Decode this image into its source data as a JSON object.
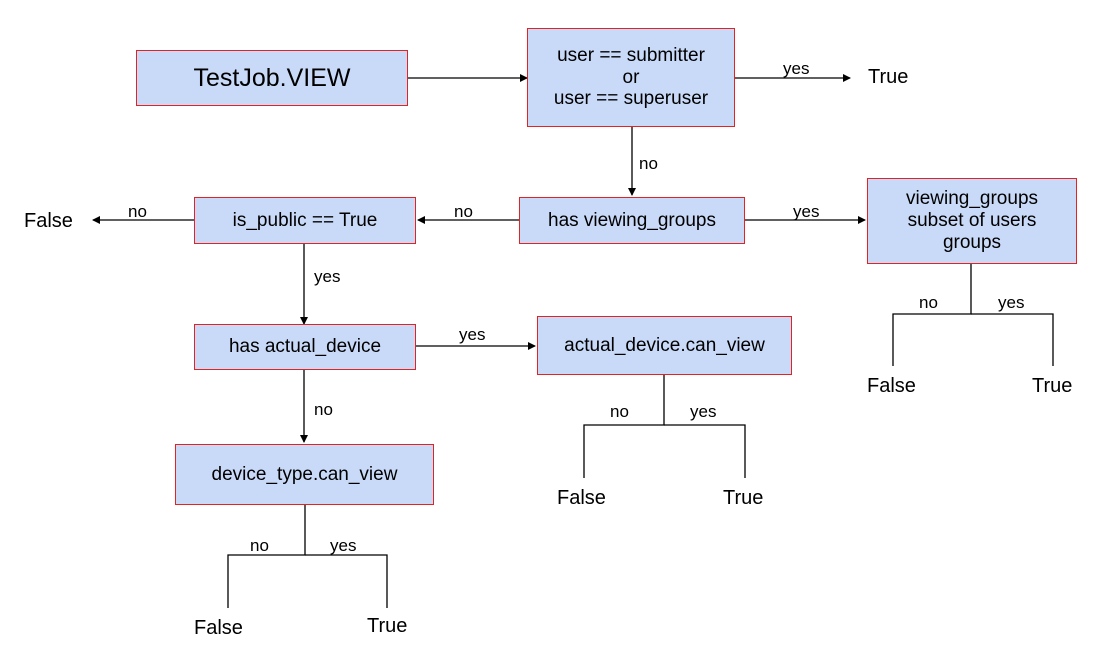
{
  "nodes": {
    "start": "TestJob.VIEW",
    "check_user_line1": "user == submitter",
    "check_user_line2": "or",
    "check_user_line3": "user == superuser",
    "has_viewing_groups": "has viewing_groups",
    "subset_line1": "viewing_groups",
    "subset_line2": "subset of users",
    "subset_line3": "groups",
    "is_public": "is_public == True",
    "has_actual_device": "has actual_device",
    "actual_can_view": "actual_device.can_view",
    "device_type_can_view": "device_type.can_view"
  },
  "edge_labels": {
    "yes": "yes",
    "no": "no"
  },
  "outcomes": {
    "true": "True",
    "false": "False"
  }
}
